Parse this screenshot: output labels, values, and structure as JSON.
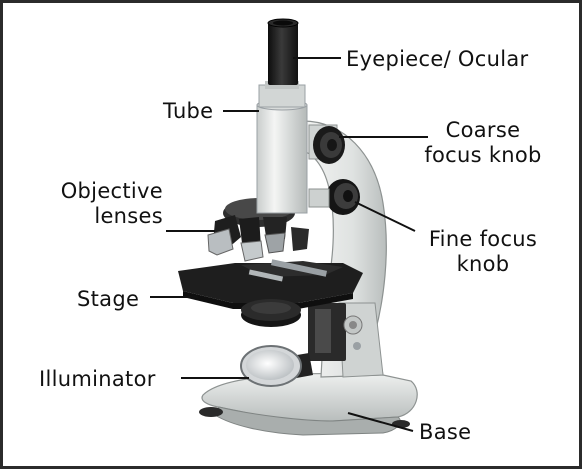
{
  "labels": {
    "eyepiece": "Eyepiece/ Ocular",
    "tube": "Tube",
    "coarse_line1": "Coarse",
    "coarse_line2": "focus knob",
    "objective_line1": "Objective",
    "objective_line2": "lenses",
    "fine_line1": "Fine focus",
    "fine_line2": "knob",
    "stage": "Stage",
    "illuminator": "Illuminator",
    "base": "Base"
  },
  "colors": {
    "body": "#e6e8e7",
    "body_shade": "#bfc3c2",
    "dark": "#1e1e1e",
    "metal": "#9aa0a4",
    "line": "#111111"
  }
}
